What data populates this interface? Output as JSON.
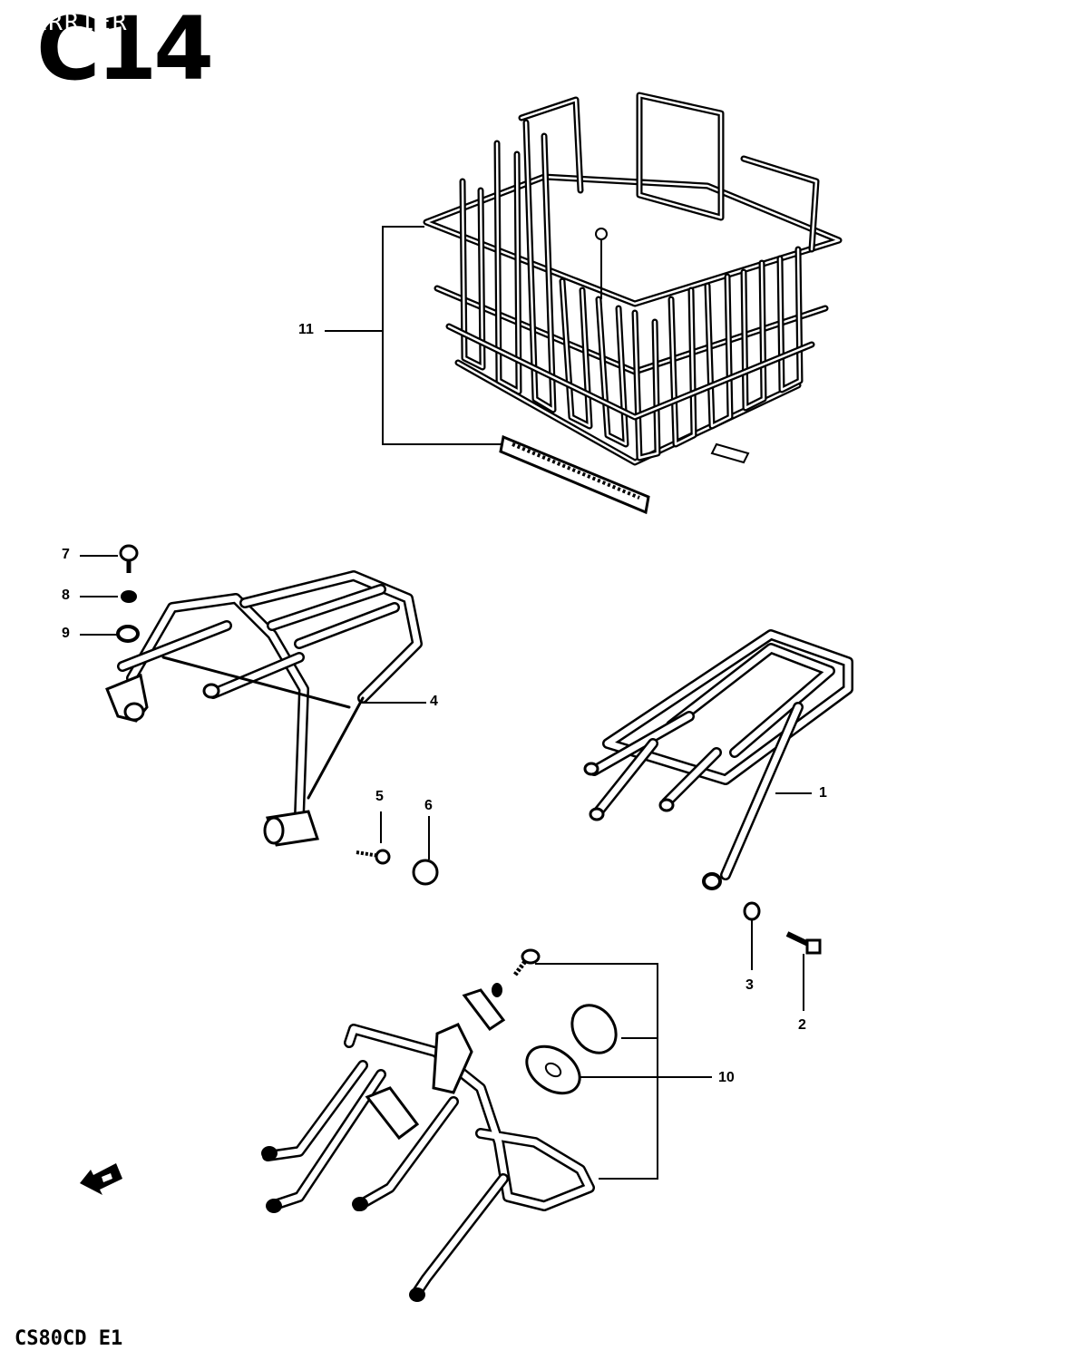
{
  "header": {
    "code": "C14",
    "name": "CARRIER"
  },
  "footer": {
    "model_code": "CS80CD E1"
  },
  "callouts": {
    "p1": "1",
    "p2": "2",
    "p3": "3",
    "p4": "4",
    "p5": "5",
    "p6": "6",
    "p7": "7",
    "p8": "8",
    "p9": "9",
    "p10": "10",
    "p11": "11"
  },
  "icons": {
    "direction": "front-arrow-icon"
  }
}
